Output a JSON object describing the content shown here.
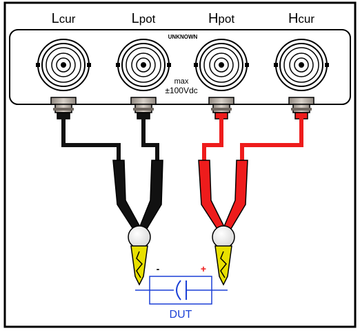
{
  "terminals": [
    {
      "id": "lcur",
      "label_main": "L",
      "label_sub": "cur",
      "lead_color": "black"
    },
    {
      "id": "lpot",
      "label_main": "L",
      "label_sub": "pot",
      "lead_color": "black"
    },
    {
      "id": "hpot",
      "label_main": "H",
      "label_sub": "pot",
      "lead_color": "red"
    },
    {
      "id": "hcur",
      "label_main": "H",
      "label_sub": "cur",
      "lead_color": "red"
    }
  ],
  "panel": {
    "unknown_label": "UNKNOWN",
    "max_label": "max",
    "voltage_label": "±100Vdc"
  },
  "dut": {
    "label": "DUT",
    "minus_label": "-",
    "plus_label": "+"
  },
  "colors": {
    "black_lead": "#111111",
    "red_lead": "#ee1c1c",
    "dut_blue": "#1a3fd6",
    "clip_yellow": "#e8e000",
    "connector_gray": "#bdb5ad"
  }
}
